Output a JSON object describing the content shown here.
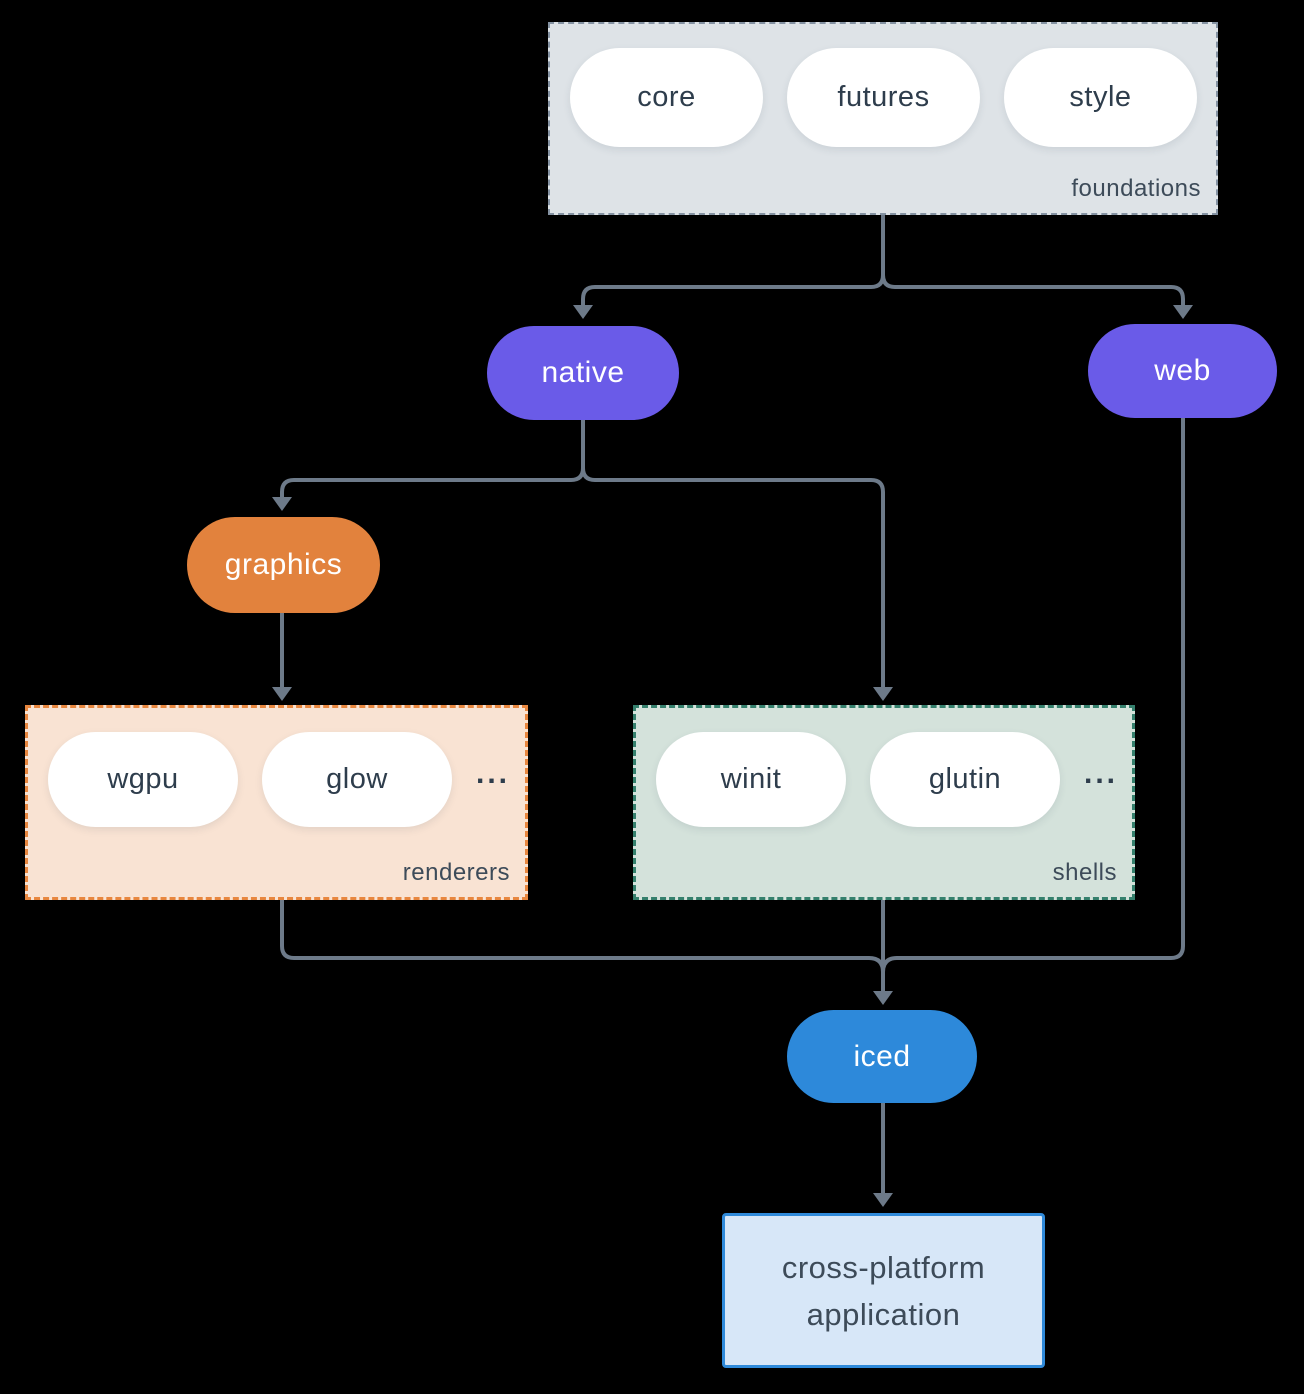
{
  "colors": {
    "bg": "#000000",
    "arrow": "#6d7a89",
    "purple": "#6a5be8",
    "orange": "#e2823d",
    "blue": "#2d89da",
    "pill-fill": "#ffffff",
    "pill-text": "#2e3d4c",
    "label-text": "#3d4b59",
    "foundations-fill": "#dee3e7",
    "foundations-border": "#8593a3",
    "renderers-fill": "#f9e3d3",
    "renderers-border": "#e8873f",
    "shells-fill": "#d4e2db",
    "shells-border": "#35806d",
    "app-fill": "#d7e7f8",
    "app-border": "#2f8ada"
  },
  "groups": {
    "foundations": {
      "label": "foundations",
      "pills": [
        "core",
        "futures",
        "style"
      ]
    },
    "renderers": {
      "label": "renderers",
      "pills": [
        "wgpu",
        "glow"
      ],
      "ellipsis": "..."
    },
    "shells": {
      "label": "shells",
      "pills": [
        "winit",
        "glutin"
      ],
      "ellipsis": "..."
    }
  },
  "nodes": {
    "native": "native",
    "web": "web",
    "graphics": "graphics",
    "iced": "iced",
    "app": {
      "line1": "cross-platform",
      "line2": "application"
    }
  }
}
